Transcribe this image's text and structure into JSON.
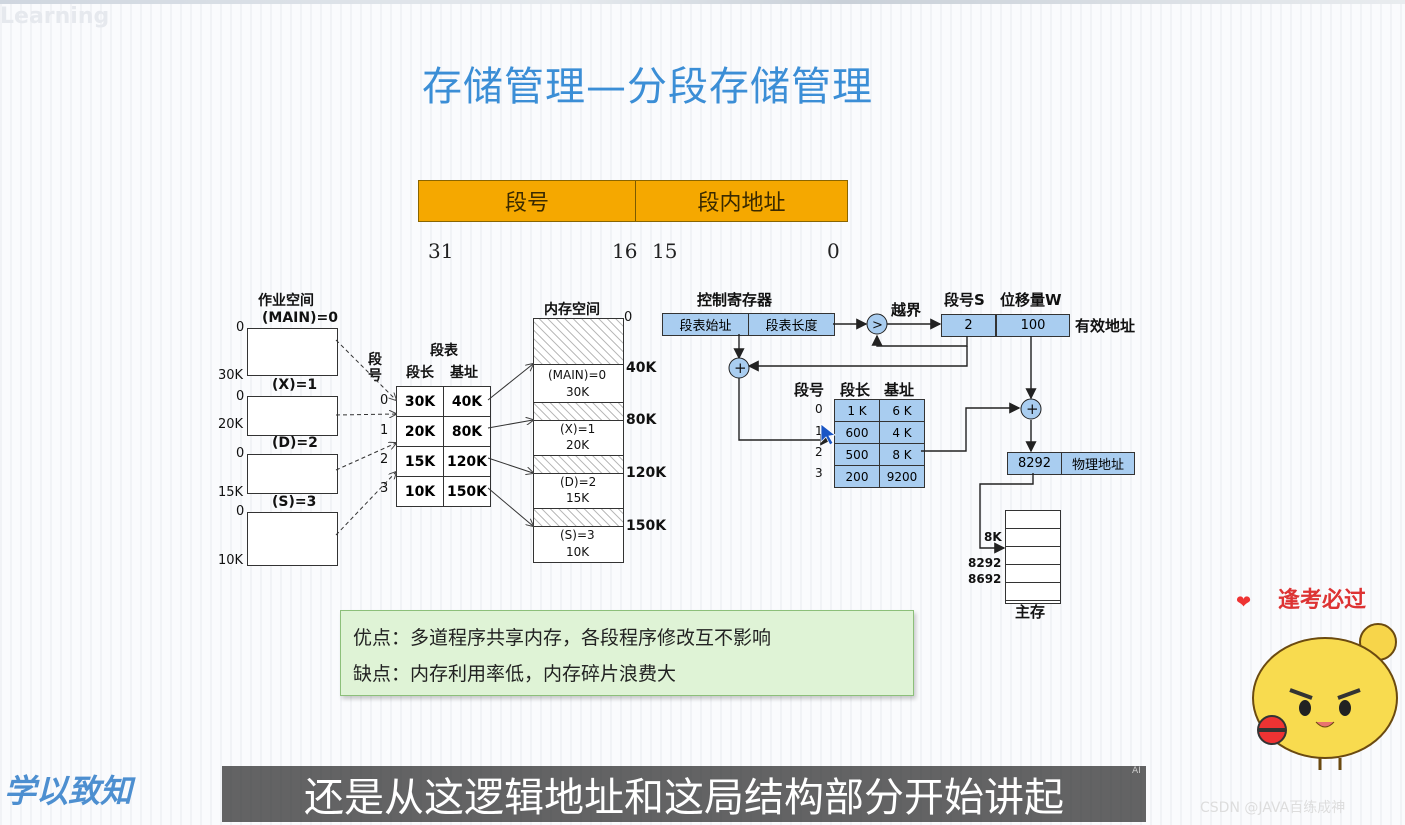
{
  "header": {
    "watermark": "Learning"
  },
  "slide": {
    "title": "存储管理—分段存储管理",
    "address_format": {
      "segment_number": "段号",
      "segment_offset": "段内地址",
      "bits": {
        "b31": "31",
        "b16": "16",
        "b15": "15",
        "b0": "0"
      }
    },
    "left_diagram": {
      "job_space_title": "作业空间",
      "main_label": "(MAIN)=0",
      "job_labels": [
        "(X)=1",
        "(D)=2",
        "(S)=3"
      ],
      "zero": "0",
      "job_sizes": [
        "30K",
        "20K",
        "15K",
        "10K"
      ],
      "segment_vertical": "段号",
      "table_title": "段表",
      "col_length": "段长",
      "col_base": "基址",
      "rows": [
        {
          "no": "0",
          "len": "30K",
          "base": "40K"
        },
        {
          "no": "1",
          "len": "20K",
          "base": "80K"
        },
        {
          "no": "2",
          "len": "15K",
          "base": "120K"
        },
        {
          "no": "3",
          "len": "10K",
          "base": "150K"
        }
      ],
      "memory_title": "内存空间",
      "memory_zero": "0",
      "memory_marks": [
        "40K",
        "80K",
        "120K",
        "150K"
      ],
      "memory_segments": [
        {
          "name": "(MAIN)=0",
          "size": "30K"
        },
        {
          "name": "(X)=1",
          "size": "20K"
        },
        {
          "name": "(D)=2",
          "size": "15K"
        },
        {
          "name": "(S)=3",
          "size": "10K"
        }
      ]
    },
    "right_diagram": {
      "control_register": "控制寄存器",
      "reg_start": "段表始址",
      "reg_length": "段表长度",
      "compare": ">",
      "out_of_bounds": "越界",
      "seg_no_label": "段号S",
      "offset_label": "位移量W",
      "seg_no_value": "2",
      "offset_value": "100",
      "effective_address": "有效地址",
      "plus": "+",
      "table_headers": {
        "no": "段号",
        "len": "段长",
        "base": "基址"
      },
      "rows": [
        {
          "no": "0",
          "len": "1 K",
          "base": "6 K"
        },
        {
          "no": "1",
          "len": "600",
          "base": "4 K"
        },
        {
          "no": "2",
          "len": "500",
          "base": "8 K"
        },
        {
          "no": "3",
          "len": "200",
          "base": "9200"
        }
      ],
      "physical_value": "8292",
      "physical_label": "物理地址",
      "mem_marks": [
        "8K",
        "8292",
        "8692"
      ],
      "main_memory": "主存"
    },
    "notes": {
      "advantage": "优点：多道程序共享内存，各段程序修改互不影响",
      "disadvantage": "缺点：内存利用率低，内存碎片浪费大"
    }
  },
  "overlay": {
    "subtitle": "还是从这逻辑地址和这局结构部分开始讲起",
    "ai_badge": "AI",
    "csdn_watermark": "CSDN @JAVA百练成神",
    "brand": "学以致知",
    "slogan": "逢考必过"
  }
}
